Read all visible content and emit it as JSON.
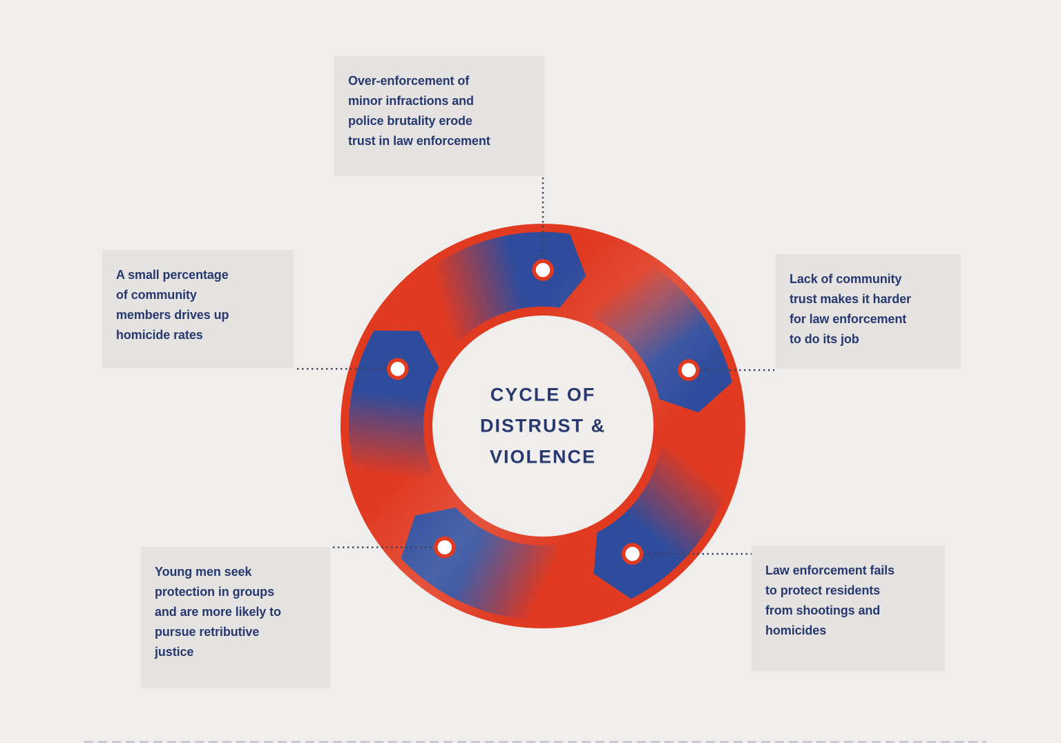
{
  "colors": {
    "page_bg": "#efeeec",
    "box_bg": "#e4e3e1",
    "navy": "#27386e",
    "ring_red": "#e03a21",
    "arrow_blue": "#2f4c9c",
    "dot_fill": "#ffffff",
    "connector": "#39425c",
    "bottom_rule": "#c9cad0"
  },
  "center": {
    "title": "CYCLE OF\nDISTRUST &\nVIOLENCE"
  },
  "callouts": {
    "over_enforcement": {
      "text": "Over-enforcement of\nminor infractions and\npolice brutality erode\ntrust in law enforcement"
    },
    "lack_of_trust": {
      "text": "Lack of community\ntrust makes it harder\nfor law enforcement\nto do its job"
    },
    "failure_to_protect": {
      "text": "Law enforcement fails\nto protect residents\nfrom shootings and\nhomicides"
    },
    "retributive_justice": {
      "text": "Young men seek\nprotection in groups\nand are more likely to\npursue retributive\njustice"
    },
    "small_percentage": {
      "text": "A small percentage\nof community\nmembers drives up\nhomicide rates"
    }
  }
}
